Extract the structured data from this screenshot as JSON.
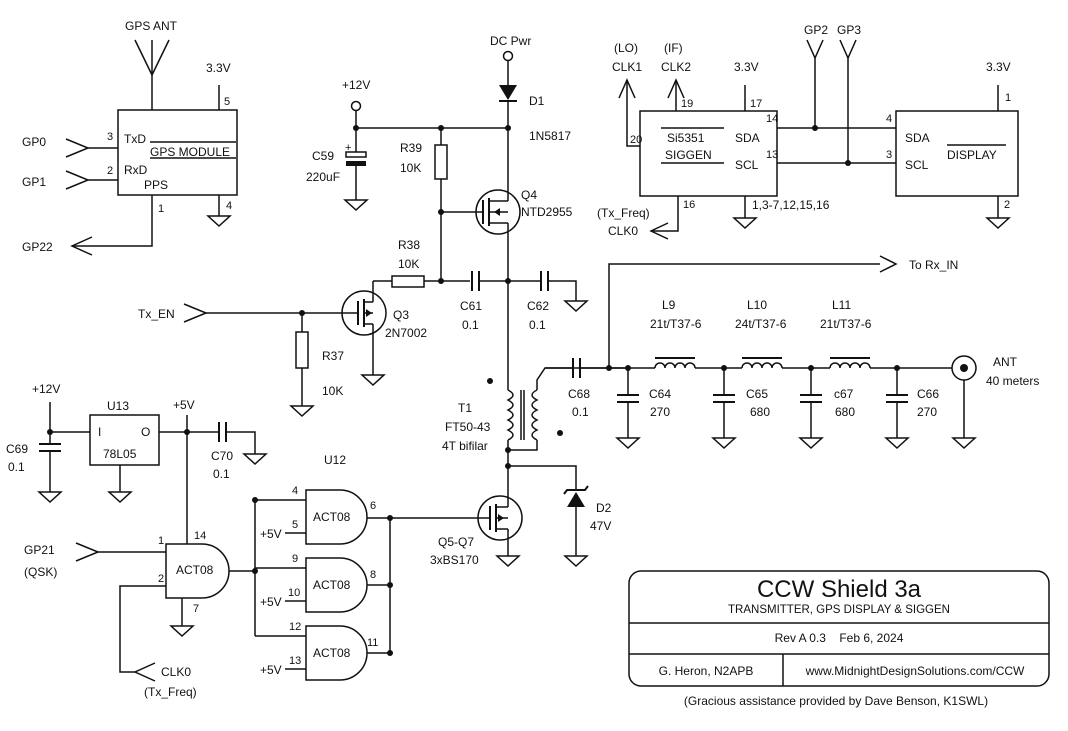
{
  "gps": {
    "ant": "GPS ANT",
    "v33": "3.3V",
    "pin5": "5",
    "pin3": "3",
    "pin2": "2",
    "pin1": "1",
    "pin4": "4",
    "txd": "TxD",
    "rxd": "RxD",
    "pps": "PPS",
    "name": "GPS MODULE",
    "gp0": "GP0",
    "gp1": "GP1",
    "gp22": "GP22"
  },
  "power": {
    "dc": "DC Pwr",
    "v12": "+12V",
    "d1": "D1",
    "d1part": "1N5817",
    "c59": "C59",
    "c59val": "220uF",
    "r39": "R39",
    "r39val": "10K",
    "q4": "Q4",
    "q4part": "NTD2955",
    "r38": "R38",
    "r38val": "10K",
    "c61": "C61",
    "c61val": "0.1",
    "c62": "C62",
    "c62val": "0.1",
    "txen": "Tx_EN",
    "q3": "Q3",
    "q3part": "2N7002",
    "r37": "R37",
    "r37val": "10K"
  },
  "siggen": {
    "lo": "(LO)",
    "if": "(IF)",
    "clk1": "CLK1",
    "clk2": "CLK2",
    "v33": "3.3V",
    "pin19": "19",
    "pin17": "17",
    "pin20": "20",
    "pin14": "14",
    "pin13": "13",
    "pin16": "16",
    "chip": "Si5351",
    "name": "SIGGEN",
    "sda": "SDA",
    "scl": "SCL",
    "txfreq": "(Tx_Freq)",
    "clk0": "CLK0",
    "gnd": "1,3-7,12,15,16",
    "gp2": "GP2",
    "gp3": "GP3"
  },
  "display": {
    "v33": "3.3V",
    "pin1": "1",
    "pin4": "4",
    "pin3": "3",
    "pin2": "2",
    "sda": "SDA",
    "scl": "SCL",
    "name": "DISPLAY"
  },
  "filter": {
    "torx": "To Rx_IN",
    "l9": "L9",
    "l9v": "21t/T37-6",
    "l10": "L10",
    "l10v": "24t/T37-6",
    "l11": "L11",
    "l11v": "21t/T37-6",
    "c68": "C68",
    "c68v": "0.1",
    "c64": "C64",
    "c64v": "270",
    "c65": "C65",
    "c65v": "680",
    "c67": "c67",
    "c67v": "680",
    "c66": "C66",
    "c66v": "270",
    "ant": "ANT",
    "antband": "40 meters"
  },
  "xfmr": {
    "t1": "T1",
    "core": "FT50-43",
    "wind": "4T bifilar"
  },
  "driver": {
    "q5": "Q5-Q7",
    "q5part": "3xBS170",
    "d2": "D2",
    "d2v": "47V"
  },
  "reg": {
    "v12": "+12V",
    "u13": "U13",
    "part": "78L05",
    "i": "I",
    "o": "O",
    "v5": "+5V",
    "c69": "C69",
    "c69v": "0.1",
    "c70": "C70",
    "c70v": "0.1"
  },
  "logic": {
    "u12": "U12",
    "gate": "ACT08",
    "gp21": "GP21",
    "qsk": "(QSK)",
    "clk0": "CLK0",
    "txfreq": "(Tx_Freq)",
    "p1": "1",
    "p2": "2",
    "p14": "14",
    "p7": "7",
    "p4": "4",
    "p5": "5",
    "p6": "6",
    "p9": "9",
    "p10": "10",
    "p8": "8",
    "p12": "12",
    "p13": "13",
    "p11": "11",
    "v5": "+5V"
  },
  "title": {
    "main": "CCW Shield 3a",
    "sub": "TRANSMITTER, GPS DISPLAY & SIGGEN",
    "rev": "Rev A 0.3    Feb 6, 2024",
    "author": "G. Heron, N2APB",
    "url": "www.MidnightDesignSolutions.com/CCW",
    "credit": "(Gracious assistance provided by Dave Benson, K1SWL)"
  }
}
